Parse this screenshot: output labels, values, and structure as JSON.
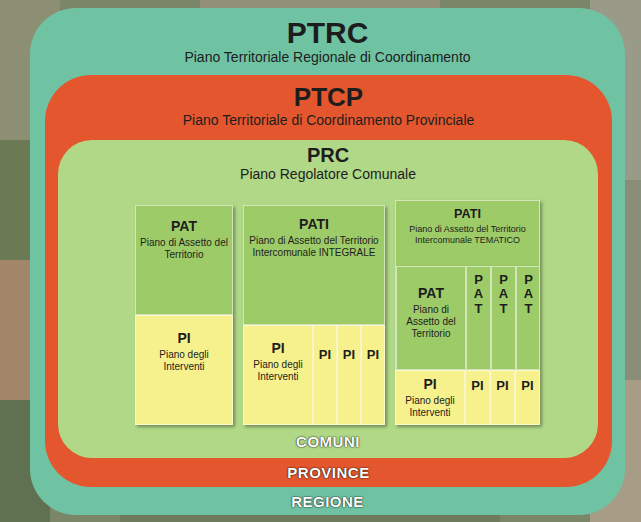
{
  "diagram": {
    "nodes": [
      {
        "text": [
          "PTRC",
          "Piano Territoriale Regionale di Coordinamento",
          "REGIONE"
        ]
      },
      {
        "text": [
          "PTCP",
          "Piano Territoriale di Coordinamento Provinciale",
          "PROVINCE"
        ],
        "in": 0
      },
      {
        "text": [
          "PRC",
          "Piano Regolatore Comunale",
          "COMUNI"
        ],
        "in": 1
      },
      {
        "text": [
          "PAT",
          "Piano di Assetto del Territorio"
        ],
        "in": 2
      },
      {
        "text": [
          "PI",
          "Piano degli Interventi"
        ],
        "in": 2
      },
      {
        "text": [
          "PATI",
          "Piano di Assetto del Territorio Intercomunale INTEGRALE"
        ],
        "in": 2
      },
      {
        "text": [
          "PI",
          "Piano degli Interventi"
        ],
        "in": 2
      },
      {
        "text": [
          "PI"
        ],
        "in": 2
      },
      {
        "text": [
          "PI"
        ],
        "in": 2
      },
      {
        "text": [
          "PI"
        ],
        "in": 2
      },
      {
        "text": [
          "PATI",
          "Piano di Assetto del Territorio Intercomunale TEMATICO"
        ],
        "in": 2
      },
      {
        "text": [
          "PAT",
          "Piano di Assetto del Territorio"
        ],
        "in": 10
      },
      {
        "text": [
          "PAT"
        ],
        "in": 10
      },
      {
        "text": [
          "PAT"
        ],
        "in": 10
      },
      {
        "text": [
          "PAT"
        ],
        "in": 10
      },
      {
        "text": [
          "PI",
          "Piano degli Interventi"
        ],
        "in": 2
      },
      {
        "text": [
          "PI"
        ],
        "in": 2
      },
      {
        "text": [
          "PI"
        ],
        "in": 2
      },
      {
        "text": [
          "PI"
        ],
        "in": 2
      }
    ]
  }
}
